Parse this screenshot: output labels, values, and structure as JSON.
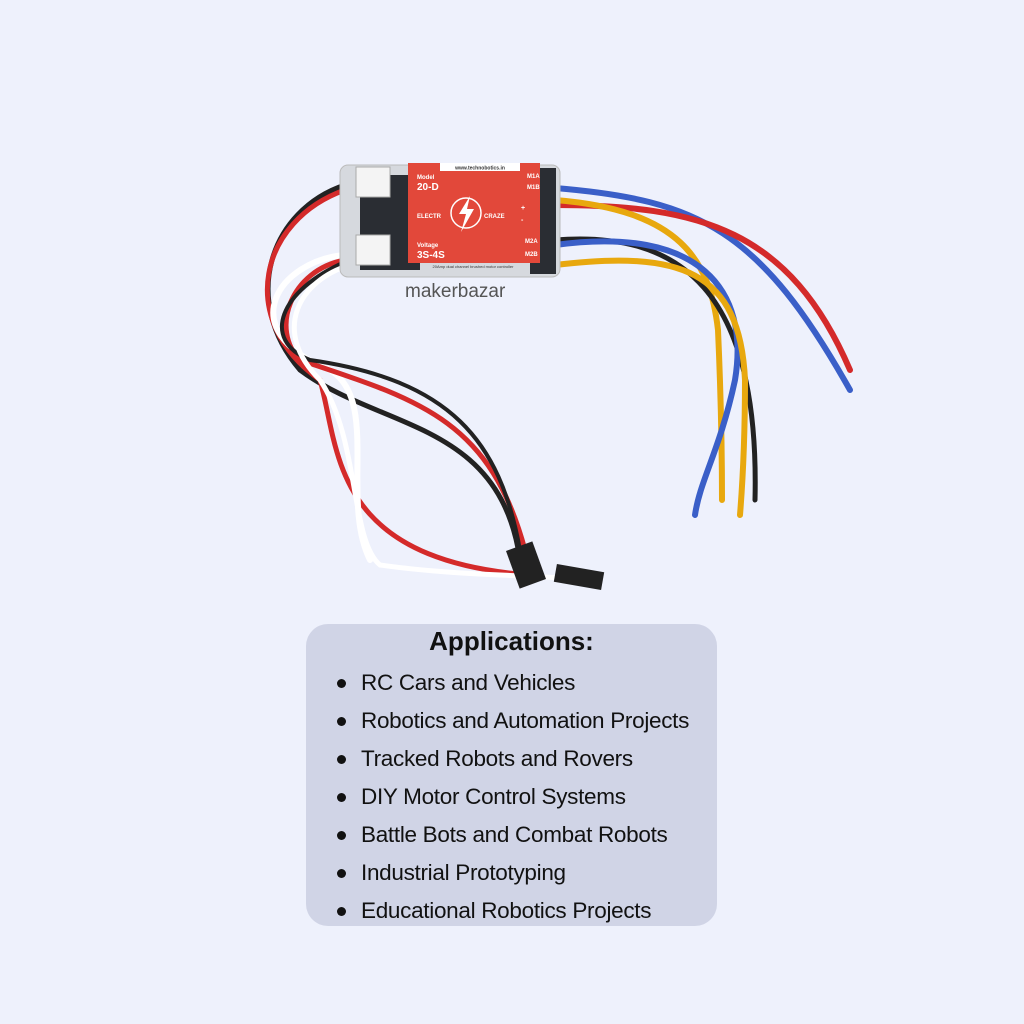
{
  "product": {
    "website": "www.technobotics.in",
    "model_label": "Model",
    "model": "20-D",
    "brand_left": "ELECTR",
    "brand_right": "CRAZE",
    "voltage_label": "Voltage",
    "voltage": "3S-4S",
    "subtitle": "20Amp dual channel brushed motor controller",
    "terminals": [
      "M1A",
      "M1B",
      "+",
      "-",
      "M2A",
      "M2B"
    ],
    "watermark": "makerbazar",
    "label_color": "#e2483a"
  },
  "applications": {
    "title": "Applications:",
    "items": [
      "RC Cars and Vehicles",
      "Robotics and Automation Projects",
      "Tracked Robots and Rovers",
      "DIY Motor Control Systems",
      "Battle Bots and Combat Robots",
      "Industrial Prototyping",
      "Educational Robotics Projects"
    ]
  }
}
